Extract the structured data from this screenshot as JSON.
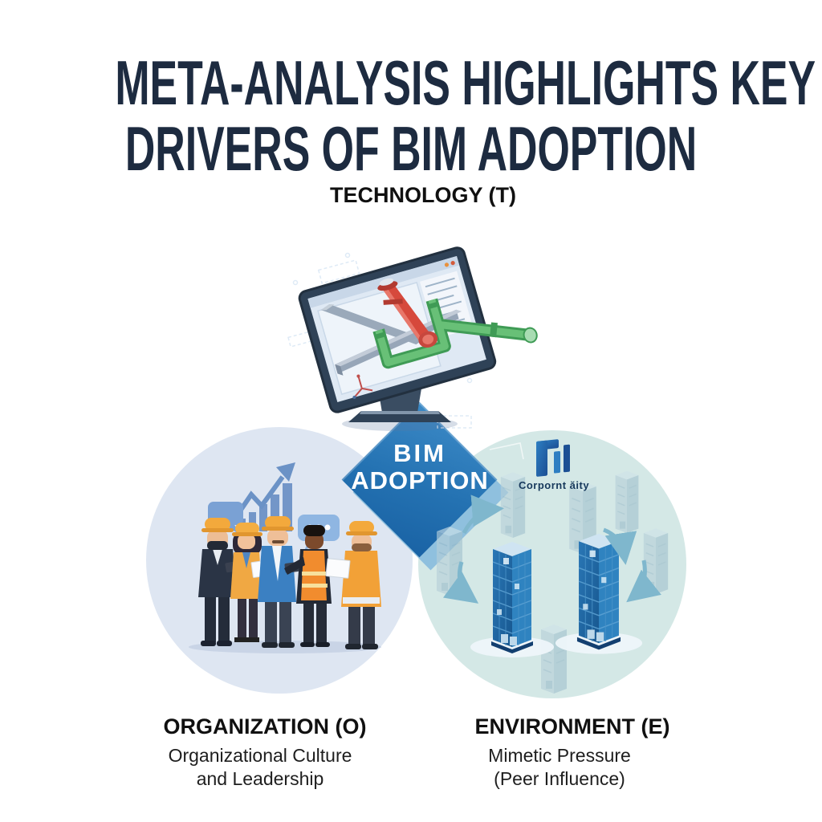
{
  "title": {
    "line1": "META-ANALYSIS HIGHLIGHTS KEY",
    "line2": "DRIVERS OF BIM ADOPTION"
  },
  "center_diamond": {
    "line1": "BIM",
    "line2": "ADOPTION",
    "color_top": "#2f7fbd",
    "color_bottom": "#1a66a8"
  },
  "circles": {
    "technology": {
      "label": "TECHNOLOGY (T)",
      "fill": "#7ea6d8"
    },
    "organization": {
      "label": "ORGANIZATION (O)",
      "subtitle_line1": "Organizational Culture",
      "subtitle_line2": "and Leadership",
      "fill": "#dce4f0"
    },
    "environment": {
      "label": "ENVIRONMENT (E)",
      "subtitle_line1": "Mimetic Pressure",
      "subtitle_line2": "(Peer Influence)",
      "fill": "#d5e9e6",
      "logo_text": "Corpornt ăity"
    }
  },
  "icons": {
    "monitor": "monitor-bim-model-icon",
    "bar_chart": "growth-bar-chart-icon",
    "speech": "speech-bubble-icon",
    "buildings": "isometric-buildings-icon",
    "arrows": "circular-influence-arrows-icon"
  }
}
